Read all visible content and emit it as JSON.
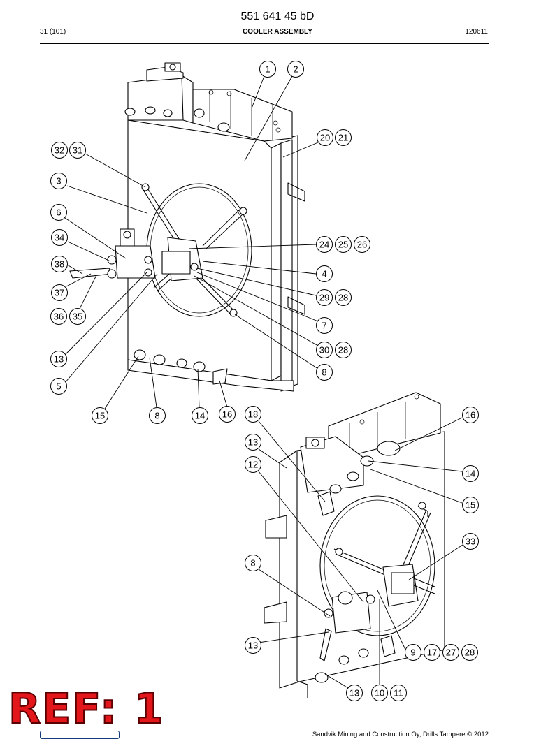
{
  "header": {
    "document_number": "551 641 45 bD",
    "page": "31 (101)",
    "title": "COOLER ASSEMBLY",
    "date_code": "120611"
  },
  "footer": {
    "copyright": "Sandvik Mining and Construction Oy, Drills Tampere © 2012",
    "stamp": "REF: 1"
  },
  "callouts": {
    "c1": "1",
    "c2": "2",
    "c20": "20",
    "c21": "21",
    "c32": "32",
    "c31": "31",
    "c3": "3",
    "c6": "6",
    "c34": "34",
    "c38": "38",
    "c37": "37",
    "c36": "36",
    "c35": "35",
    "c24": "24",
    "c25": "25",
    "c26": "26",
    "c4": "4",
    "c29": "29",
    "c28a": "28",
    "c7": "7",
    "c30": "30",
    "c28b": "28",
    "c8a": "8",
    "c13a": "13",
    "c5": "5",
    "c15a": "15",
    "c8b": "8",
    "c14a": "14",
    "c16a": "16",
    "c18": "18",
    "c13b": "13",
    "c12": "12",
    "c16b": "16",
    "c14b": "14",
    "c15b": "15",
    "c33": "33",
    "c8c": "8",
    "c13c": "13",
    "c9": "9",
    "c17": "17",
    "c27": "27",
    "c28c": "28",
    "c13d": "13",
    "c10": "10",
    "c11": "11"
  }
}
